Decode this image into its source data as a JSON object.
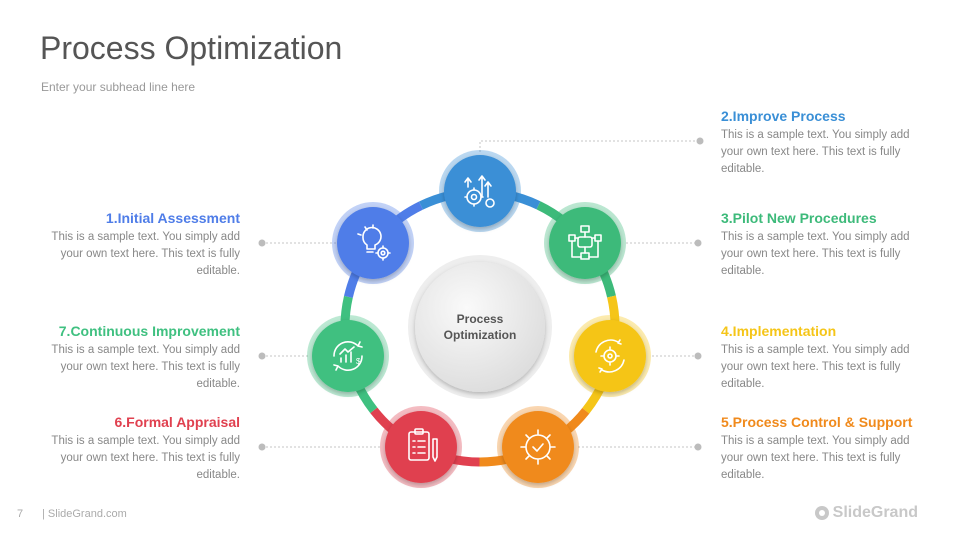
{
  "header": {
    "title": "Process Optimization",
    "subhead": "Enter your subhead line here"
  },
  "center": {
    "line1": "Process",
    "line2": "Optimization"
  },
  "steps": [
    {
      "title": "1.Initial Assessment",
      "body": "This is a sample text. You simply add your own text here. This text is fully editable.",
      "color": "#4f7de8",
      "icon": "lightbulb-gear-icon"
    },
    {
      "title": "2.Improve Process",
      "body": "This is a sample text. You simply add your own text here. This text is fully editable.",
      "color": "#3a8fd6",
      "icon": "arrows-up-gear-icon"
    },
    {
      "title": "3.Pilot New Procedures",
      "body": "This is a sample text. You simply add your own text here. This text is fully editable.",
      "color": "#3dba7a",
      "icon": "flowchart-icon"
    },
    {
      "title": "4.Implementation",
      "body": "This is a sample text. You simply add your own text here. This text is fully editable.",
      "color": "#f5c518",
      "icon": "cycle-gear-icon"
    },
    {
      "title": "5.Process Control & Support",
      "body": "This is a sample text. You simply add your own text here. This text is fully editable.",
      "color": "#f08a1c",
      "icon": "gear-check-icon"
    },
    {
      "title": "6.Formal Appraisal",
      "body": "This is a sample text. You simply add your own text here. This text is fully editable.",
      "color": "#e0404f",
      "icon": "clipboard-icon"
    },
    {
      "title": "7.Continuous Improvement",
      "body": "This is a sample text. You simply add your own text here. This text is fully editable.",
      "color": "#3fc080",
      "icon": "growth-cycle-icon"
    }
  ],
  "footer": {
    "page": "7",
    "site": "| SlideGrand.com",
    "brand": "SlideGrand"
  }
}
